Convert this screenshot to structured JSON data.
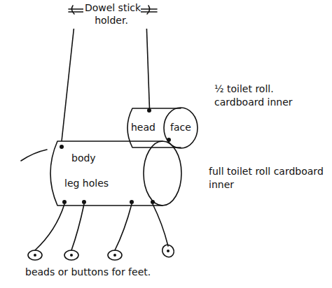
{
  "diagram": {
    "nodes": [
      {
        "text": [
          "Dowel stick holder."
        ]
      },
      {
        "text": [
          "head"
        ]
      },
      {
        "text": [
          "face"
        ],
        "in": 1
      },
      {
        "text": [
          "body",
          "leg holes"
        ]
      }
    ],
    "edges": [
      {
        "from": 0,
        "to": 3,
        "arrow": "none"
      },
      {
        "from": 0,
        "to": 1,
        "arrow": "none"
      }
    ],
    "labels": [
      "½ toilet roll. cardboard inner",
      "full toilet roll cardboard inner",
      "beads or buttons for feet."
    ]
  }
}
